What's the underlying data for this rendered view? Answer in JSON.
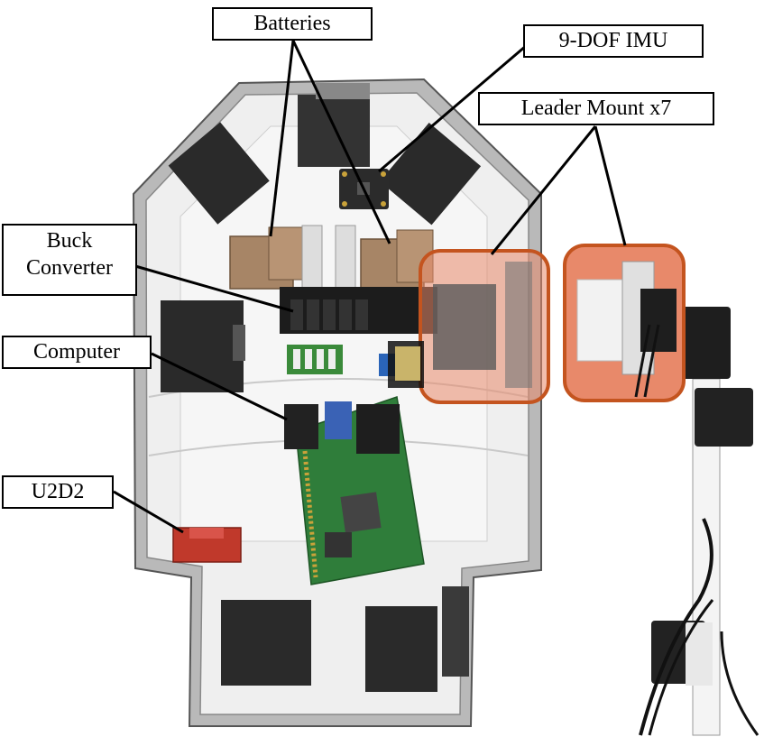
{
  "labels": {
    "batteries": "Batteries",
    "imu": "9-DOF IMU",
    "leader_mount": "Leader Mount x7",
    "buck_line1": "Buck",
    "buck_line2": "Converter",
    "computer": "Computer",
    "u2d2": "U2D2"
  },
  "colors": {
    "shell": "#d9d9d9",
    "shell_dark": "#9a9a9a",
    "interior": "#ececec",
    "motor": "#2a2a2a",
    "battery": "#a78566",
    "pcb": "#2f7d3a",
    "u2d2": "#c0392b",
    "highlight_border": "#c4541f",
    "highlight_fill": "#e8896a",
    "leader_line": "#000000"
  }
}
